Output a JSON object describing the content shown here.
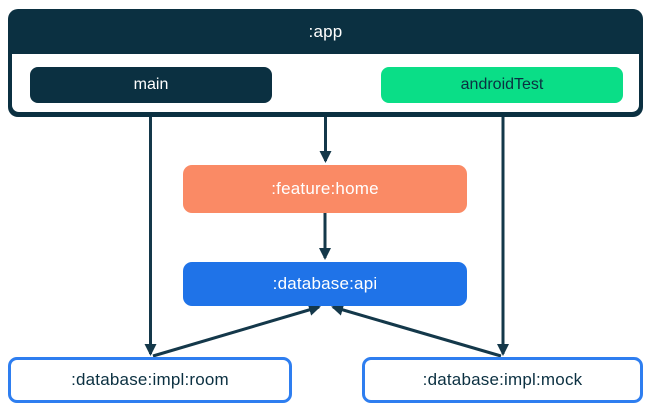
{
  "colors": {
    "navy": "#0B3041",
    "green": "#0ADE87",
    "salmon": "#FA8A65",
    "blue": "#1F73E8",
    "outlined_box_border": "#2E7EF0",
    "arrow": "#14384A",
    "background": "#FFFFFF"
  },
  "app_module": {
    "title": ":app",
    "source_sets": [
      {
        "label": "main",
        "color": "navy"
      },
      {
        "label": "androidTest",
        "color": "green"
      }
    ]
  },
  "modules": [
    {
      "id": "feature-home",
      "label": ":feature:home",
      "color": "salmon"
    },
    {
      "id": "database-api",
      "label": ":database:api",
      "color": "blue"
    },
    {
      "id": "database-impl-room",
      "label": ":database:impl:room",
      "color": "white-outlined"
    },
    {
      "id": "database-impl-mock",
      "label": ":database:impl:mock",
      "color": "white-outlined"
    }
  ],
  "edges": [
    {
      "from": ":app main",
      "to": ":database:impl:room"
    },
    {
      "from": ":app",
      "to": ":feature:home"
    },
    {
      "from": ":app androidTest",
      "to": ":database:impl:mock"
    },
    {
      "from": ":feature:home",
      "to": ":database:api"
    },
    {
      "from": ":database:impl:room",
      "to": ":database:api"
    },
    {
      "from": ":database:impl:mock",
      "to": ":database:api"
    }
  ]
}
